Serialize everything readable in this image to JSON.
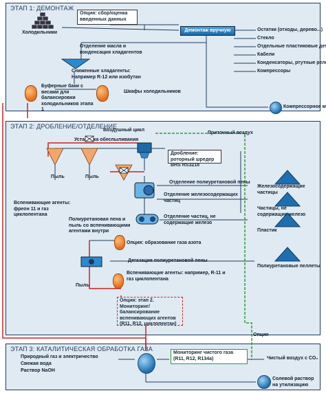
{
  "stage1": {
    "title": "ЭТАП 1: ДЕМОНТАЖ",
    "fridges": "Холодильники",
    "option_box": "Опция: сбор/оценка введенных данных",
    "manual_bar": "Демонтаж вручную",
    "outputs": [
      "Остатки (отходы, дерево...)",
      "Стекло",
      "Отдельные пластиковые детали",
      "Кабели",
      "Конденсаторы, ртутные реле",
      "Компрессоры"
    ],
    "oil_separation": "Отделение масла и конденсация хладагентов",
    "refrigerants": "Сниженные хладагенты: Например R-12 или изобутан",
    "buffer_tanks": "Буферные баки с весами для балансировки холодильников этапа 1",
    "cabinets": "Шкафы холодильников",
    "compressor_oil": "Компрессорное масло"
  },
  "stage2": {
    "title": "ЭТАП 2: ДРОБЛЕНИЕ/ОТДЕЛЕНИЕ",
    "air_cycle": "Воздушный цикл",
    "intake_air": "Приточный воздух",
    "dust_removal": "Установка обеспыливания",
    "shredder": "Дробление: роторный шредер BHS RS3218",
    "dust1": "Пыль",
    "dust2": "Пыль",
    "dust3": "Пыль",
    "foam_sep": "Отделение полиуретановой пены",
    "ferrous_sep": "Отделение железосодержащих частиц",
    "nonferrous_sep": "Отделение частиц, не содержащие железо",
    "blowing_agents": "Вспенивающие агенты: фреон 11 и газ циклопентана",
    "foam_dust": "Полиуретановая пена и пыль со вспенивающими агентами внутри",
    "nitrogen_option": "Опция: образование газа азота",
    "degassing": "Дегазация полиуретановой пены",
    "blowing_agents2": "Вспенивающие агенты: например, R-11 и газ циклопентана",
    "monitoring_box": "Опция: этап 2. Мониторинг/балансирование вспенивающих агентов (R11, R12, циклопентан)",
    "ferrous_out": "Железосодержащие частицы",
    "nonferrous_out": "Частицы, не содержащие железо",
    "plastic_out": "Пластик",
    "pellets_out": "Полиуретановые пеллеты",
    "option": "Опция"
  },
  "stage3": {
    "title": "ЭТАП 3: КАТАЛИТИЧЕСКАЯ ОБРАБОТКА ГАЗА",
    "inputs": [
      "Природный газ и электричество",
      "Свежая вода",
      "Раствор NaOH"
    ],
    "clean_gas_box": "Мониторинг чистого газа (R11, R12, R134a)",
    "clean_air": "Чистый воздух с CO₂",
    "brine": "Солевой раствор на утилизацию"
  },
  "colors": {
    "stage_bg": "#dfeaf3",
    "blue": "#1c6aa8",
    "orange": "#e8701c",
    "red": "#d02020",
    "green": "#2d9a3a"
  }
}
